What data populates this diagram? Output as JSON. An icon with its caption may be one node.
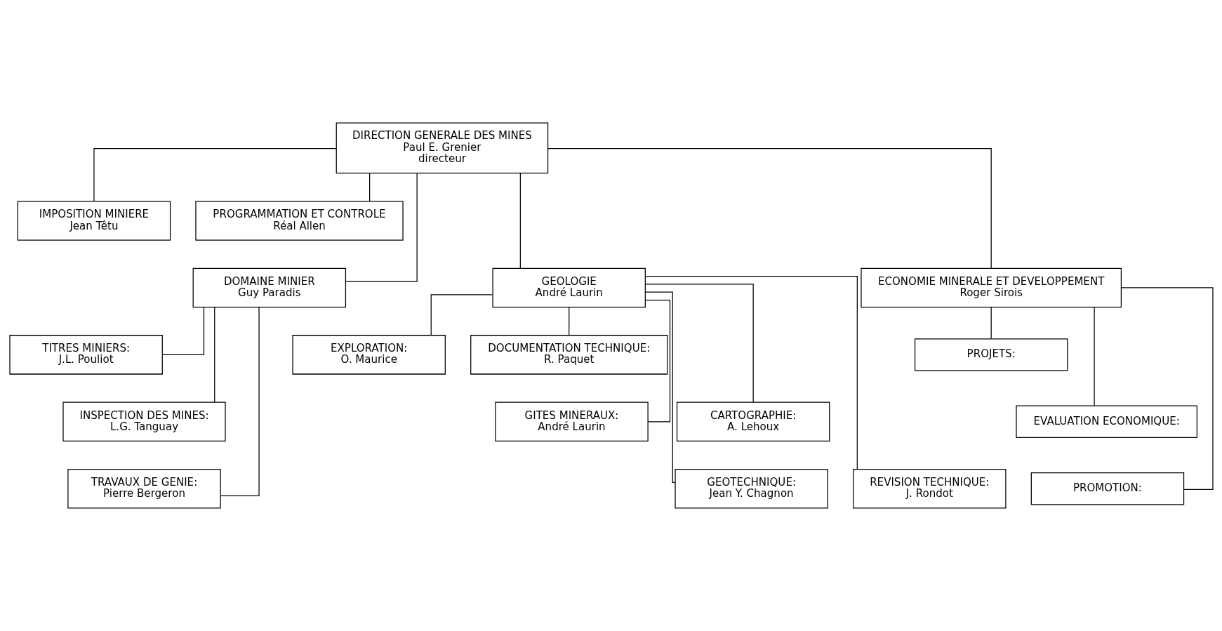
{
  "diagram": {
    "nodes": [
      {
        "text": [
          "DIRECTION GENERALE DES MINES",
          "Paul E. Grenier",
          "directeur"
        ]
      },
      {
        "text": [
          "IMPOSITION MINIERE",
          "Jean Têtu"
        ]
      },
      {
        "text": [
          "PROGRAMMATION ET CONTROLE",
          "Réal Allen"
        ]
      },
      {
        "text": [
          "DOMAINE MINIER",
          "Guy Paradis"
        ]
      },
      {
        "text": [
          "GEOLOGIE",
          "André Laurin"
        ]
      },
      {
        "text": [
          "ECONOMIE MINERALE ET DEVELOPPEMENT",
          "Roger Sirois"
        ]
      },
      {
        "text": [
          "TITRES MINIERS:",
          "J.L. Pouliot"
        ]
      },
      {
        "text": [
          "INSPECTION DES MINES:",
          "L.G. Tanguay"
        ]
      },
      {
        "text": [
          "TRAVAUX DE GENIE:",
          "Pierre Bergeron"
        ]
      },
      {
        "text": [
          "EXPLORATION:",
          "O. Maurice"
        ]
      },
      {
        "text": [
          "DOCUMENTATION TECHNIQUE:",
          "R. Paquet"
        ]
      },
      {
        "text": [
          "GITES MINERAUX:",
          "André Laurin"
        ]
      },
      {
        "text": [
          "CARTOGRAPHIE:",
          "A. Lehoux"
        ]
      },
      {
        "text": [
          "GEOTECHNIQUE:",
          "Jean Y. Chagnon"
        ]
      },
      {
        "text": [
          "REVISION TECHNIQUE:",
          "J. Rondot"
        ]
      },
      {
        "text": [
          "PROJETS:"
        ]
      },
      {
        "text": [
          "EVALUATION ECONOMIQUE:"
        ]
      },
      {
        "text": [
          "PROMOTION:"
        ]
      }
    ],
    "edges": [
      {
        "from": 0,
        "to": 1,
        "arrow": "none"
      },
      {
        "from": 0,
        "to": 2,
        "arrow": "none"
      },
      {
        "from": 0,
        "to": 3,
        "arrow": "none"
      },
      {
        "from": 0,
        "to": 4,
        "arrow": "none"
      },
      {
        "from": 0,
        "to": 5,
        "arrow": "none"
      },
      {
        "from": 3,
        "to": 6,
        "arrow": "none"
      },
      {
        "from": 3,
        "to": 7,
        "arrow": "none"
      },
      {
        "from": 3,
        "to": 8,
        "arrow": "none"
      },
      {
        "from": 4,
        "to": 9,
        "arrow": "none"
      },
      {
        "from": 4,
        "to": 10,
        "arrow": "none"
      },
      {
        "from": 4,
        "to": 11,
        "arrow": "none"
      },
      {
        "from": 4,
        "to": 12,
        "arrow": "none"
      },
      {
        "from": 4,
        "to": 13,
        "arrow": "none"
      },
      {
        "from": 4,
        "to": 14,
        "arrow": "none"
      },
      {
        "from": 5,
        "to": 15,
        "arrow": "none"
      },
      {
        "from": 5,
        "to": 16,
        "arrow": "none"
      },
      {
        "from": 5,
        "to": 17,
        "arrow": "none"
      }
    ]
  }
}
